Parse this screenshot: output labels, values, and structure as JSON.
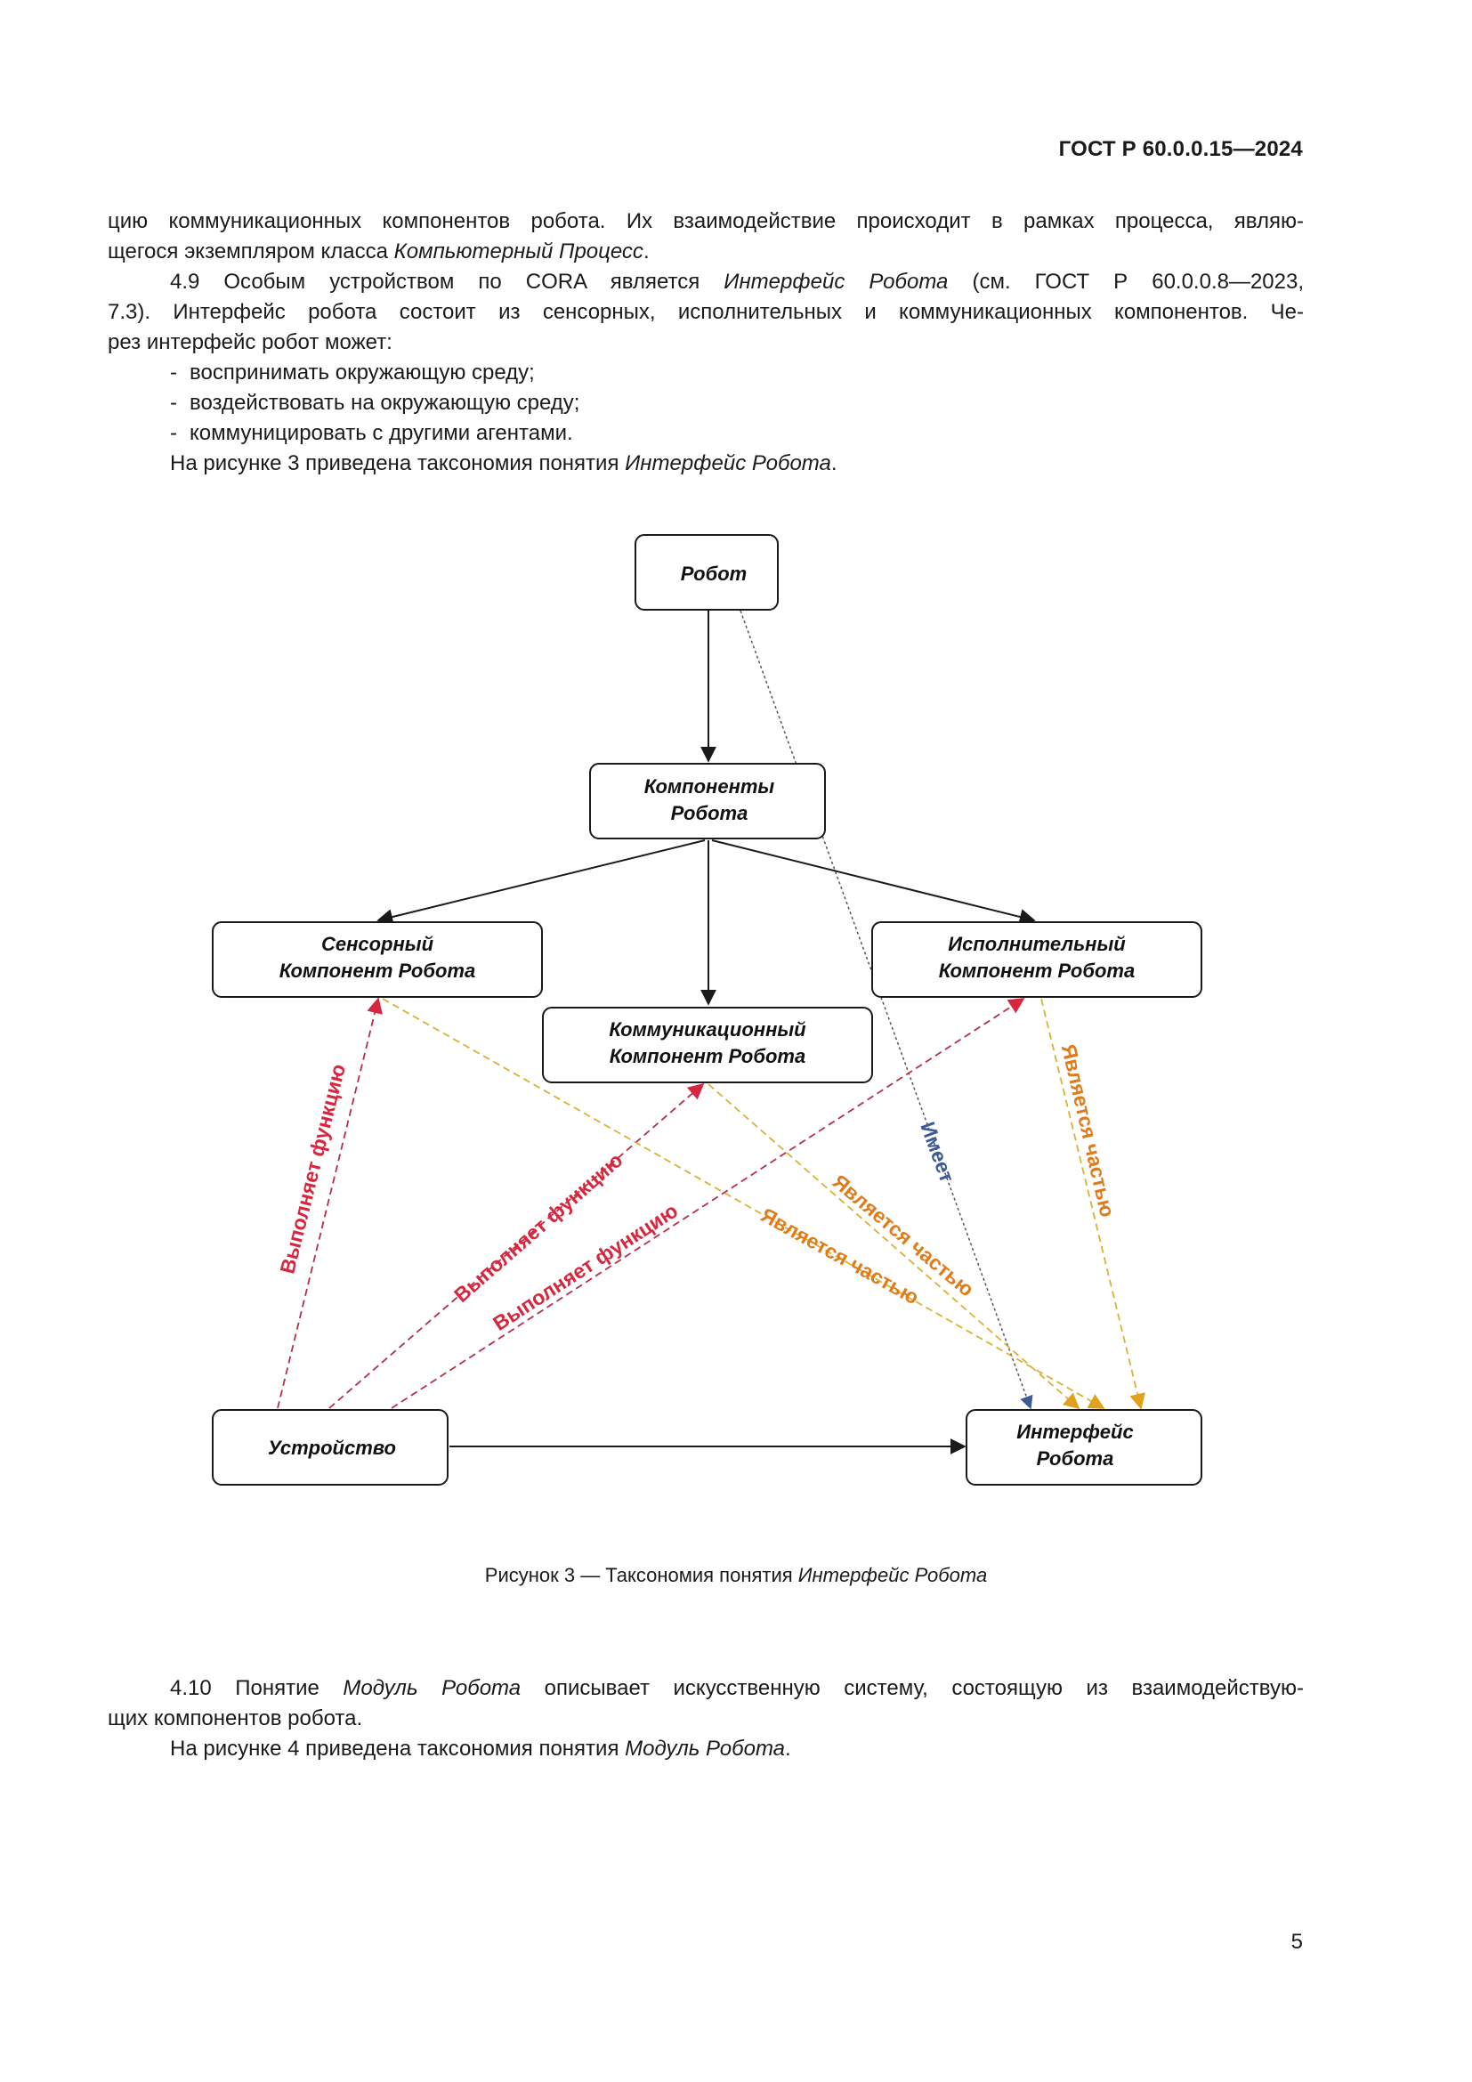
{
  "header": {
    "doc_id": "ГОСТ Р 60.0.0.15—2024"
  },
  "section_top": {
    "cont_line1": "цию коммуникационных компонентов робота. Их взаимодействие происходит в рамках процесса, являю-",
    "cont_line2_pre": "щегося экземпляром класса ",
    "cont_line2_em": "Компьютерный Процесс",
    "cont_line2_post": ".",
    "p49_line1_pre": "4.9 Особым устройством по CORA является ",
    "p49_line1_em": "Интерфейс Робота",
    "p49_line1_post": " (см. ГОСТ Р 60.0.0.8—2023,",
    "p49_line2": "7.3). Интерфейс робота состоит из сенсорных, исполнительных и коммуникационных компонентов. Че-",
    "p49_line3": "рез интерфейс робот может:",
    "list": [
      "воспринимать окружающую среду;",
      "воздействовать на окружающую среду;",
      "коммуницировать с другими агентами."
    ],
    "fig_ref_pre": "На рисунке 3 приведена таксономия понятия ",
    "fig_ref_em": "Интерфейс Робота",
    "fig_ref_post": "."
  },
  "diagram": {
    "nodes": {
      "robot": "Робот",
      "components_l1": "Компоненты",
      "components_l2": "Робота",
      "sensor_l1": "Сенсорный",
      "sensor_l2": "Компонент Робота",
      "comm_l1": "Коммуникационный",
      "comm_l2": "Компонент Робота",
      "exec_l1": "Исполнительный",
      "exec_l2": "Компонент Робота",
      "device": "Устройство",
      "interface_l1": "Интерфейс",
      "interface_l2": "Робота"
    },
    "relations": {
      "performs_1": "Выполняет функцию",
      "performs_2": "Выполняет функцию",
      "performs_3": "Выполняет функцию",
      "part_of_1": "Является частью",
      "part_of_2": "Является частью",
      "part_of_3": "Является частью",
      "has": "Имеет"
    },
    "colors": {
      "performs": "#d7263d",
      "part_of": "#e07b1a",
      "part_of_line": "#d9b235",
      "has": "#3d5a99",
      "line": "#1a1a1a"
    }
  },
  "caption": {
    "pre": "Рисунок 3 — Таксономия понятия ",
    "em": "Интерфейс Робота"
  },
  "section_bottom": {
    "p410_line1_pre": "4.10 Понятие ",
    "p410_line1_em": "Модуль Робота",
    "p410_line1_post": " описывает искусственную систему, состоящую из взаимодействую-",
    "p410_line2": "щих компонентов робота.",
    "fig_ref_pre": "На рисунке 4 приведена таксономия понятия ",
    "fig_ref_em": "Модуль Робота",
    "fig_ref_post": "."
  },
  "page_number": "5"
}
